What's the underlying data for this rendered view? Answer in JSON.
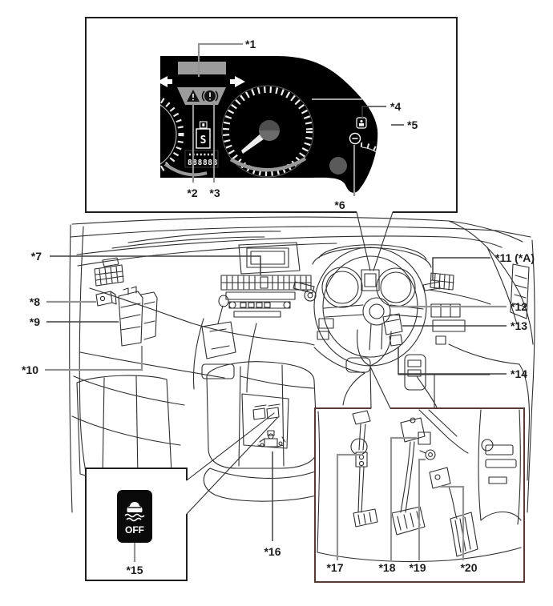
{
  "diagram_type": "vehicle interior component location diagram with instrument cluster, VSC switch and pedal detail insets",
  "callouts": {
    "c1": "*1",
    "c2": "*2",
    "c3": "*3",
    "c4": "*4",
    "c5": "*5",
    "c6": "*6",
    "c7": "*7",
    "c8": "*8",
    "c9": "*9",
    "c10": "*10",
    "c11": "*11 (*A)",
    "c12": "*12",
    "c13": "*13",
    "c14": "*14",
    "c15": "*15",
    "c16": "*16",
    "c17": "*17",
    "c18": "*18",
    "c19": "*19",
    "c20": "*20"
  },
  "instrument_cluster": {
    "odometer": "888888",
    "gear_position": "S"
  },
  "vsc_off_switch": {
    "label": "OFF"
  },
  "icons": {
    "turn_signal_left": "left-arrow",
    "turn_signal_right": "right-arrow",
    "master_warning": "warning-triangle",
    "brake_warning": "circle-exclamation",
    "indicator_4": "rounded-square-lamp",
    "indicator_5": "car-skid-lamp",
    "indicator_6": "round-lamp",
    "vsc_off_button": "car-with-skid-marks"
  },
  "colors": {
    "cluster_background": "#000000",
    "inset_border": "#1f1f1f",
    "pedal_inset_border": "#553a36",
    "leader_gray": "#949494",
    "line_dark": "#2e2e2e",
    "display_gray": "#9c9c9c"
  }
}
